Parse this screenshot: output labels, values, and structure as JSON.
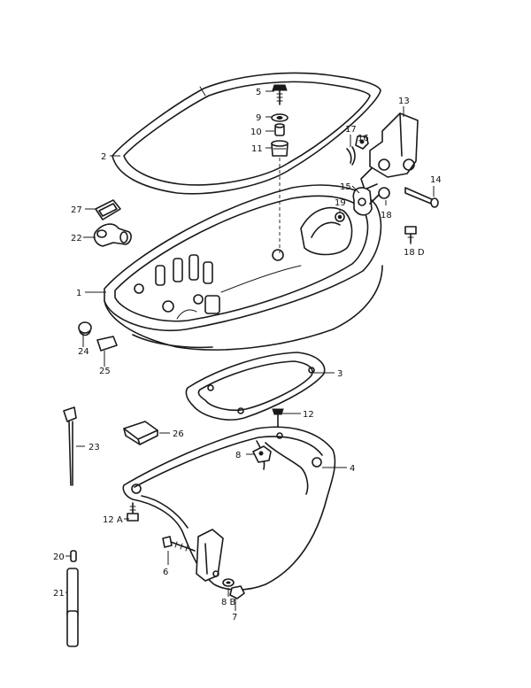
{
  "callouts": {
    "c1": "1",
    "c2": "2",
    "c3": "3",
    "c4": "4",
    "c5": "5",
    "c6": "6",
    "c7": "7",
    "c8": "8",
    "c8b": "8 B",
    "c9": "9",
    "c10": "10",
    "c11": "11",
    "c12": "12",
    "c12a": "12 A",
    "c13": "13",
    "c14": "14",
    "c15": "15",
    "c16": "16",
    "c17": "17",
    "c18": "18",
    "c18d": "18 D",
    "c19": "19",
    "c20": "20",
    "c21": "21",
    "c22": "22",
    "c23": "23",
    "c24": "24",
    "c25": "25",
    "c26": "26",
    "c27": "27"
  }
}
